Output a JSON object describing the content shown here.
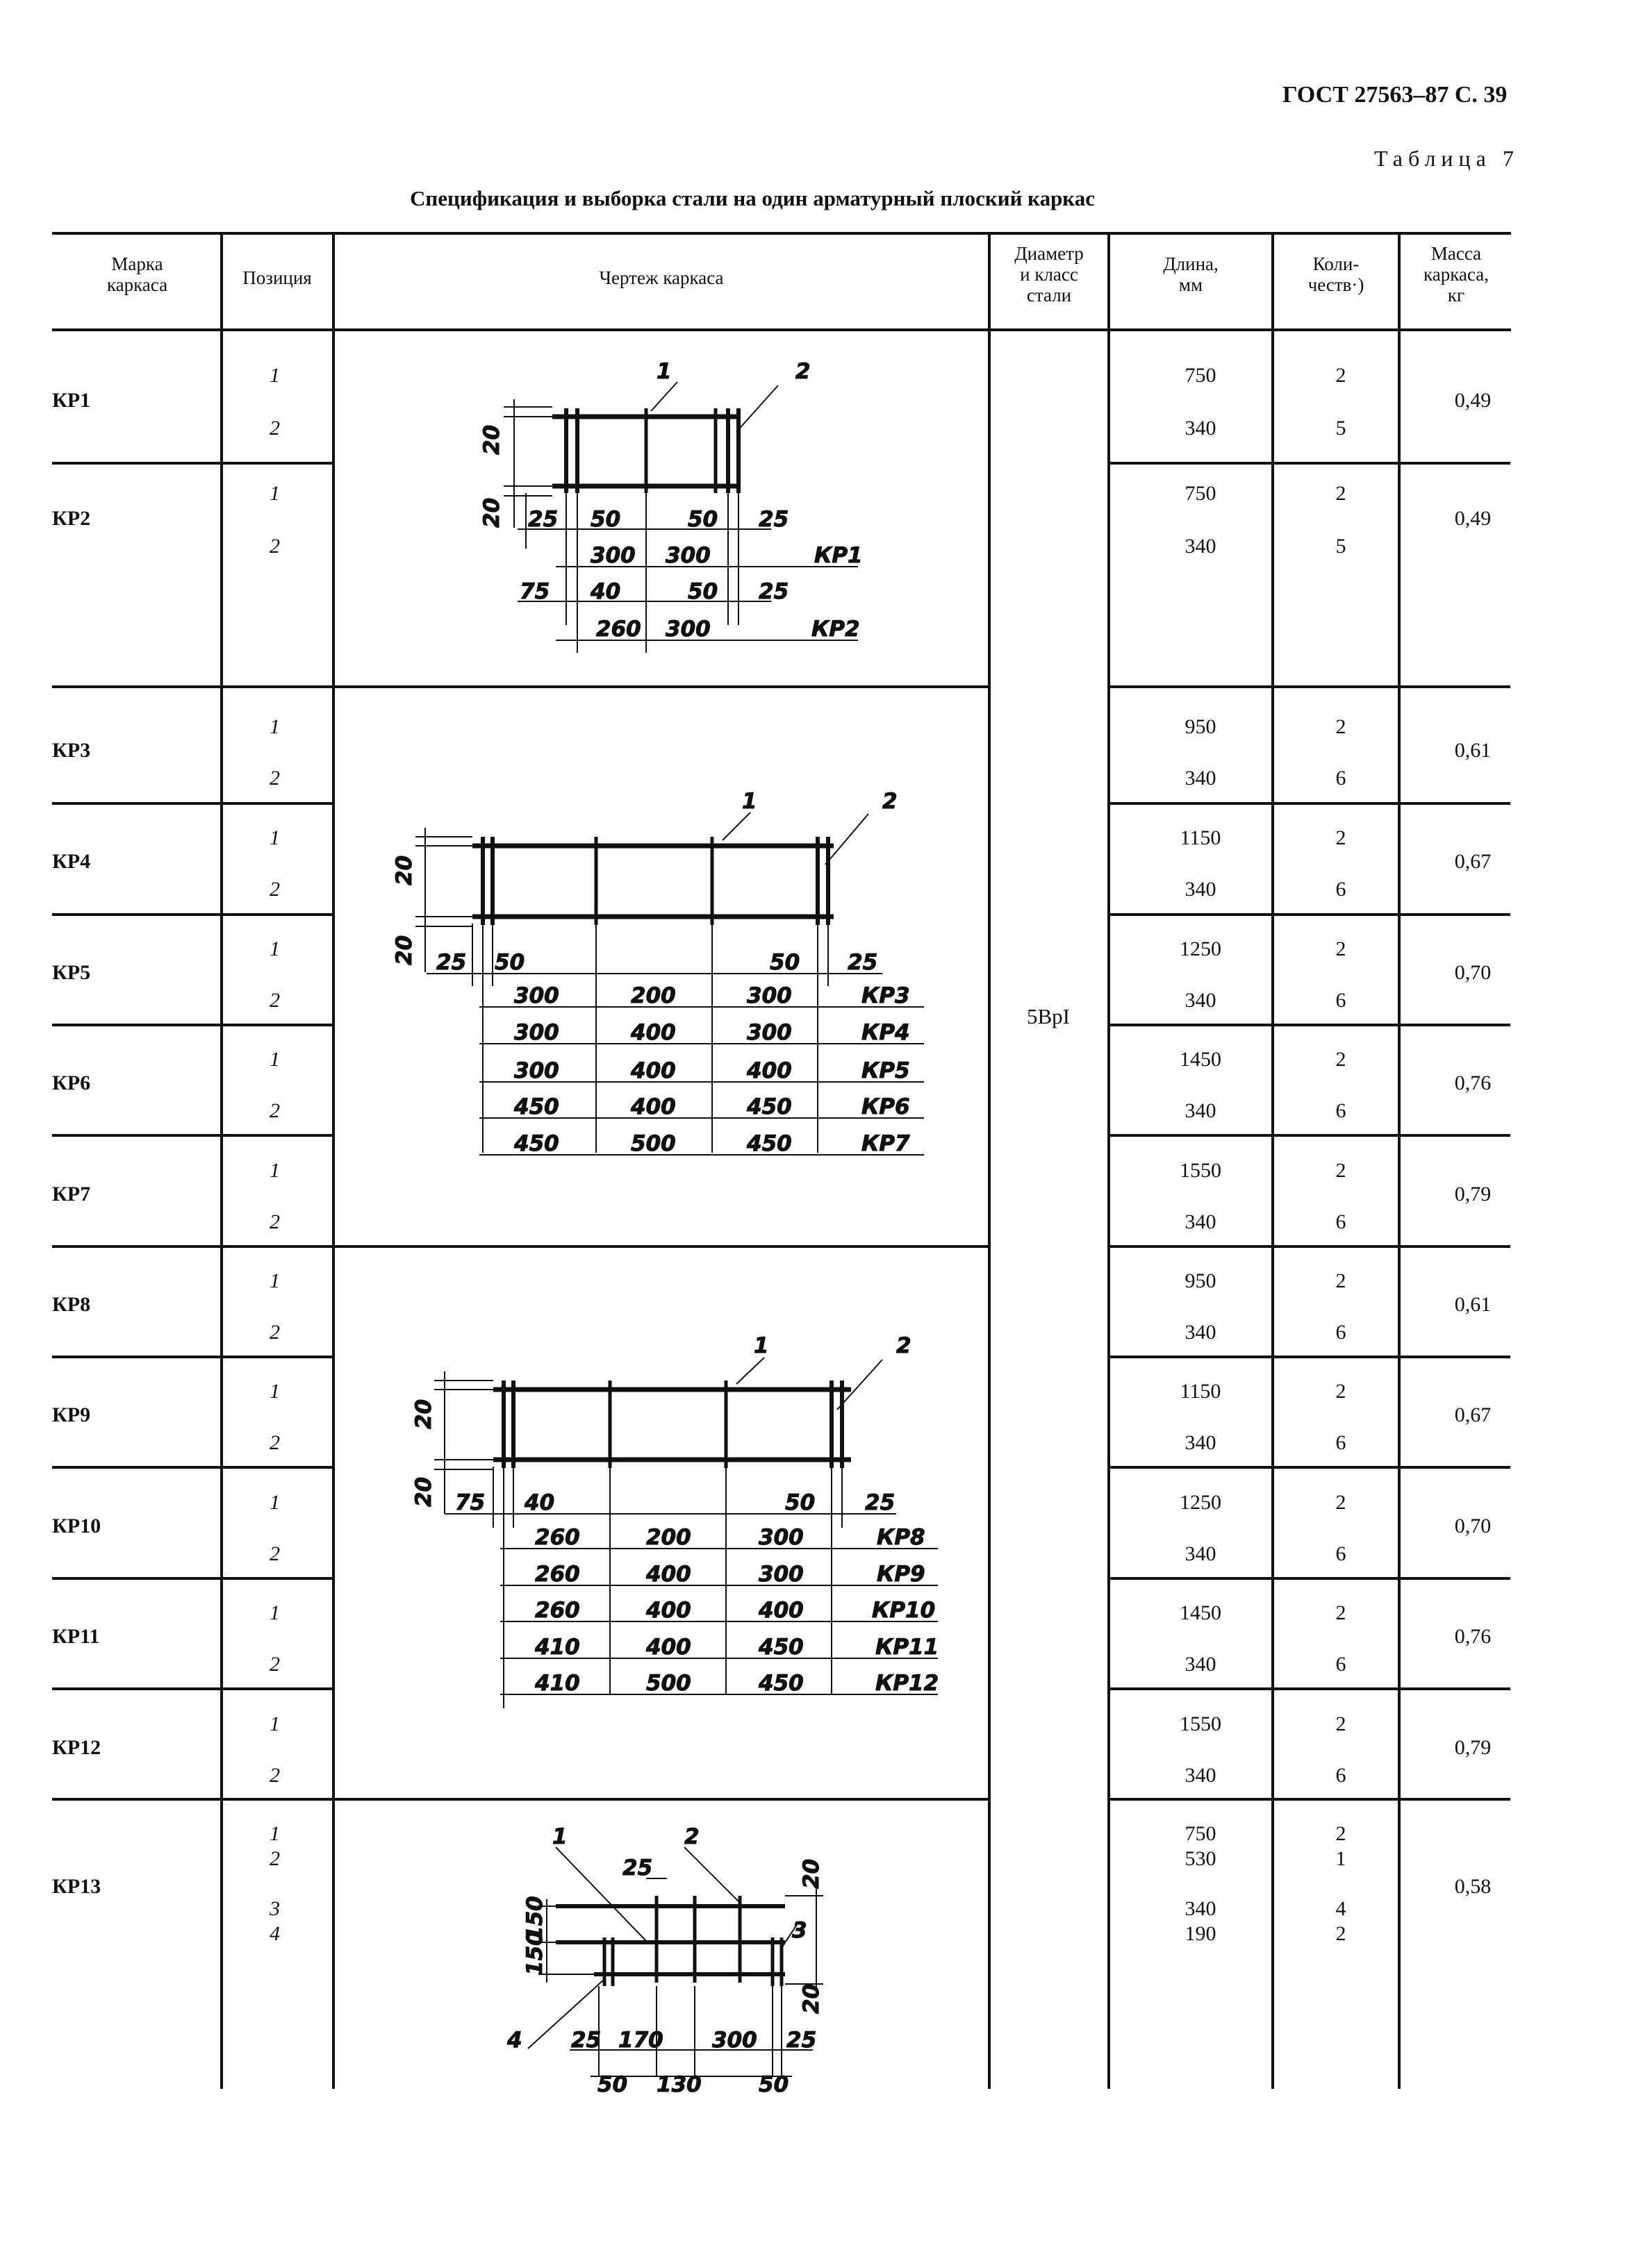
{
  "page_header": "ГОСТ 27563–87 С. 39",
  "table_number": "Таблица 7",
  "caption": "Спецификация и выборка стали на один арматурный плоский каркас",
  "columns": [
    "Марка каркаса",
    "Позиция",
    "Чертеж каркаса",
    "Диаметр и класс стали",
    "Длина, мм",
    "Количество",
    "Масса каркаса, кг"
  ],
  "column_lines": {
    "mark": [
      "Марка",
      "каркаса"
    ],
    "position": [
      "Позиция"
    ],
    "drawing": [
      "Чертеж каркаса"
    ],
    "diameter": [
      "Диаметр",
      "и класс",
      "стали"
    ],
    "length": [
      "Длина,",
      "мм"
    ],
    "quantity": [
      "Коли-",
      "честв·)"
    ],
    "mass": [
      "Масса",
      "каркаса,",
      "кг"
    ]
  },
  "steel_class": "5BpI",
  "rows": [
    {
      "mark": "КР1",
      "positions": [
        "1",
        "2"
      ],
      "lengths": [
        "750",
        "340"
      ],
      "quantities": [
        "2",
        "5"
      ],
      "mass": "0,49"
    },
    {
      "mark": "КР2",
      "positions": [
        "1",
        "2"
      ],
      "lengths": [
        "750",
        "340"
      ],
      "quantities": [
        "2",
        "5"
      ],
      "mass": "0,49"
    },
    {
      "mark": "КР3",
      "positions": [
        "1",
        "2"
      ],
      "lengths": [
        "950",
        "340"
      ],
      "quantities": [
        "2",
        "6"
      ],
      "mass": "0,61"
    },
    {
      "mark": "КР4",
      "positions": [
        "1",
        "2"
      ],
      "lengths": [
        "1150",
        "340"
      ],
      "quantities": [
        "2",
        "6"
      ],
      "mass": "0,67"
    },
    {
      "mark": "КР5",
      "positions": [
        "1",
        "2"
      ],
      "lengths": [
        "1250",
        "340"
      ],
      "quantities": [
        "2",
        "6"
      ],
      "mass": "0,70"
    },
    {
      "mark": "КР6",
      "positions": [
        "1",
        "2"
      ],
      "lengths": [
        "1450",
        "340"
      ],
      "quantities": [
        "2",
        "6"
      ],
      "mass": "0,76"
    },
    {
      "mark": "КР7",
      "positions": [
        "1",
        "2"
      ],
      "lengths": [
        "1550",
        "340"
      ],
      "quantities": [
        "2",
        "6"
      ],
      "mass": "0,79"
    },
    {
      "mark": "КР8",
      "positions": [
        "1",
        "2"
      ],
      "lengths": [
        "950",
        "340"
      ],
      "quantities": [
        "2",
        "6"
      ],
      "mass": "0,61"
    },
    {
      "mark": "КР9",
      "positions": [
        "1",
        "2"
      ],
      "lengths": [
        "1150",
        "340"
      ],
      "quantities": [
        "2",
        "6"
      ],
      "mass": "0,67"
    },
    {
      "mark": "КР10",
      "positions": [
        "1",
        "2"
      ],
      "lengths": [
        "1250",
        "340"
      ],
      "quantities": [
        "2",
        "6"
      ],
      "mass": "0,70"
    },
    {
      "mark": "КР11",
      "positions": [
        "1",
        "2"
      ],
      "lengths": [
        "1450",
        "340"
      ],
      "quantities": [
        "2",
        "6"
      ],
      "mass": "0,76"
    },
    {
      "mark": "КР12",
      "positions": [
        "1",
        "2"
      ],
      "lengths": [
        "1550",
        "340"
      ],
      "quantities": [
        "2",
        "6"
      ],
      "mass": "0,79"
    },
    {
      "mark": "КР13",
      "positions": [
        "1",
        "2",
        "3",
        "4"
      ],
      "lengths": [
        "750",
        "530",
        "340",
        "190"
      ],
      "quantities": [
        "2",
        "1",
        "4",
        "2"
      ],
      "mass": "0,58"
    }
  ],
  "drawing1": {
    "callouts": [
      "1",
      "2"
    ],
    "height": "20",
    "dims_top": [
      "25",
      "50",
      "50",
      "25"
    ],
    "row_kp1": [
      "300",
      "300",
      "КР1"
    ],
    "dims_kp2": [
      "75",
      "40",
      "50",
      "25"
    ],
    "row_kp2": [
      "260",
      "300",
      "КР2"
    ]
  },
  "drawing2": {
    "callouts": [
      "1",
      "2"
    ],
    "height": "20",
    "dims_top": [
      "25",
      "50",
      "50",
      "25"
    ],
    "rows": [
      [
        "300",
        "200",
        "300",
        "КР3"
      ],
      [
        "300",
        "400",
        "300",
        "КР4"
      ],
      [
        "300",
        "400",
        "400",
        "КР5"
      ],
      [
        "450",
        "400",
        "450",
        "КР6"
      ],
      [
        "450",
        "500",
        "450",
        "КР7"
      ]
    ]
  },
  "drawing3": {
    "callouts": [
      "1",
      "2"
    ],
    "height": "20",
    "dims_top": [
      "75",
      "40",
      "50",
      "25"
    ],
    "rows": [
      [
        "260",
        "200",
        "300",
        "КР8"
      ],
      [
        "260",
        "400",
        "300",
        "КР9"
      ],
      [
        "260",
        "400",
        "400",
        "КР10"
      ],
      [
        "410",
        "400",
        "450",
        "КР11"
      ],
      [
        "410",
        "500",
        "450",
        "КР12"
      ]
    ]
  },
  "drawing4": {
    "callouts": [
      "1",
      "2",
      "3",
      "4"
    ],
    "dims": [
      "25",
      "20",
      "150",
      "150",
      "20",
      "25",
      "170",
      "300",
      "25",
      "50",
      "130",
      "50"
    ]
  }
}
